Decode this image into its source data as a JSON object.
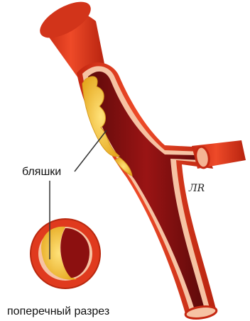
{
  "labels": {
    "plaques": "бляшки",
    "cross_section": "поперечный разрез"
  },
  "artist_signature": "ЛR",
  "colors": {
    "artery_outer": "#e23a1f",
    "artery_outer_dark": "#b8280f",
    "artery_wall_light": "#f4b493",
    "lumen": "#8c1010",
    "lumen_dark": "#5e0a0a",
    "plaque": "#f2bf3a",
    "plaque_light": "#ffe27a",
    "label_line": "#333333"
  }
}
